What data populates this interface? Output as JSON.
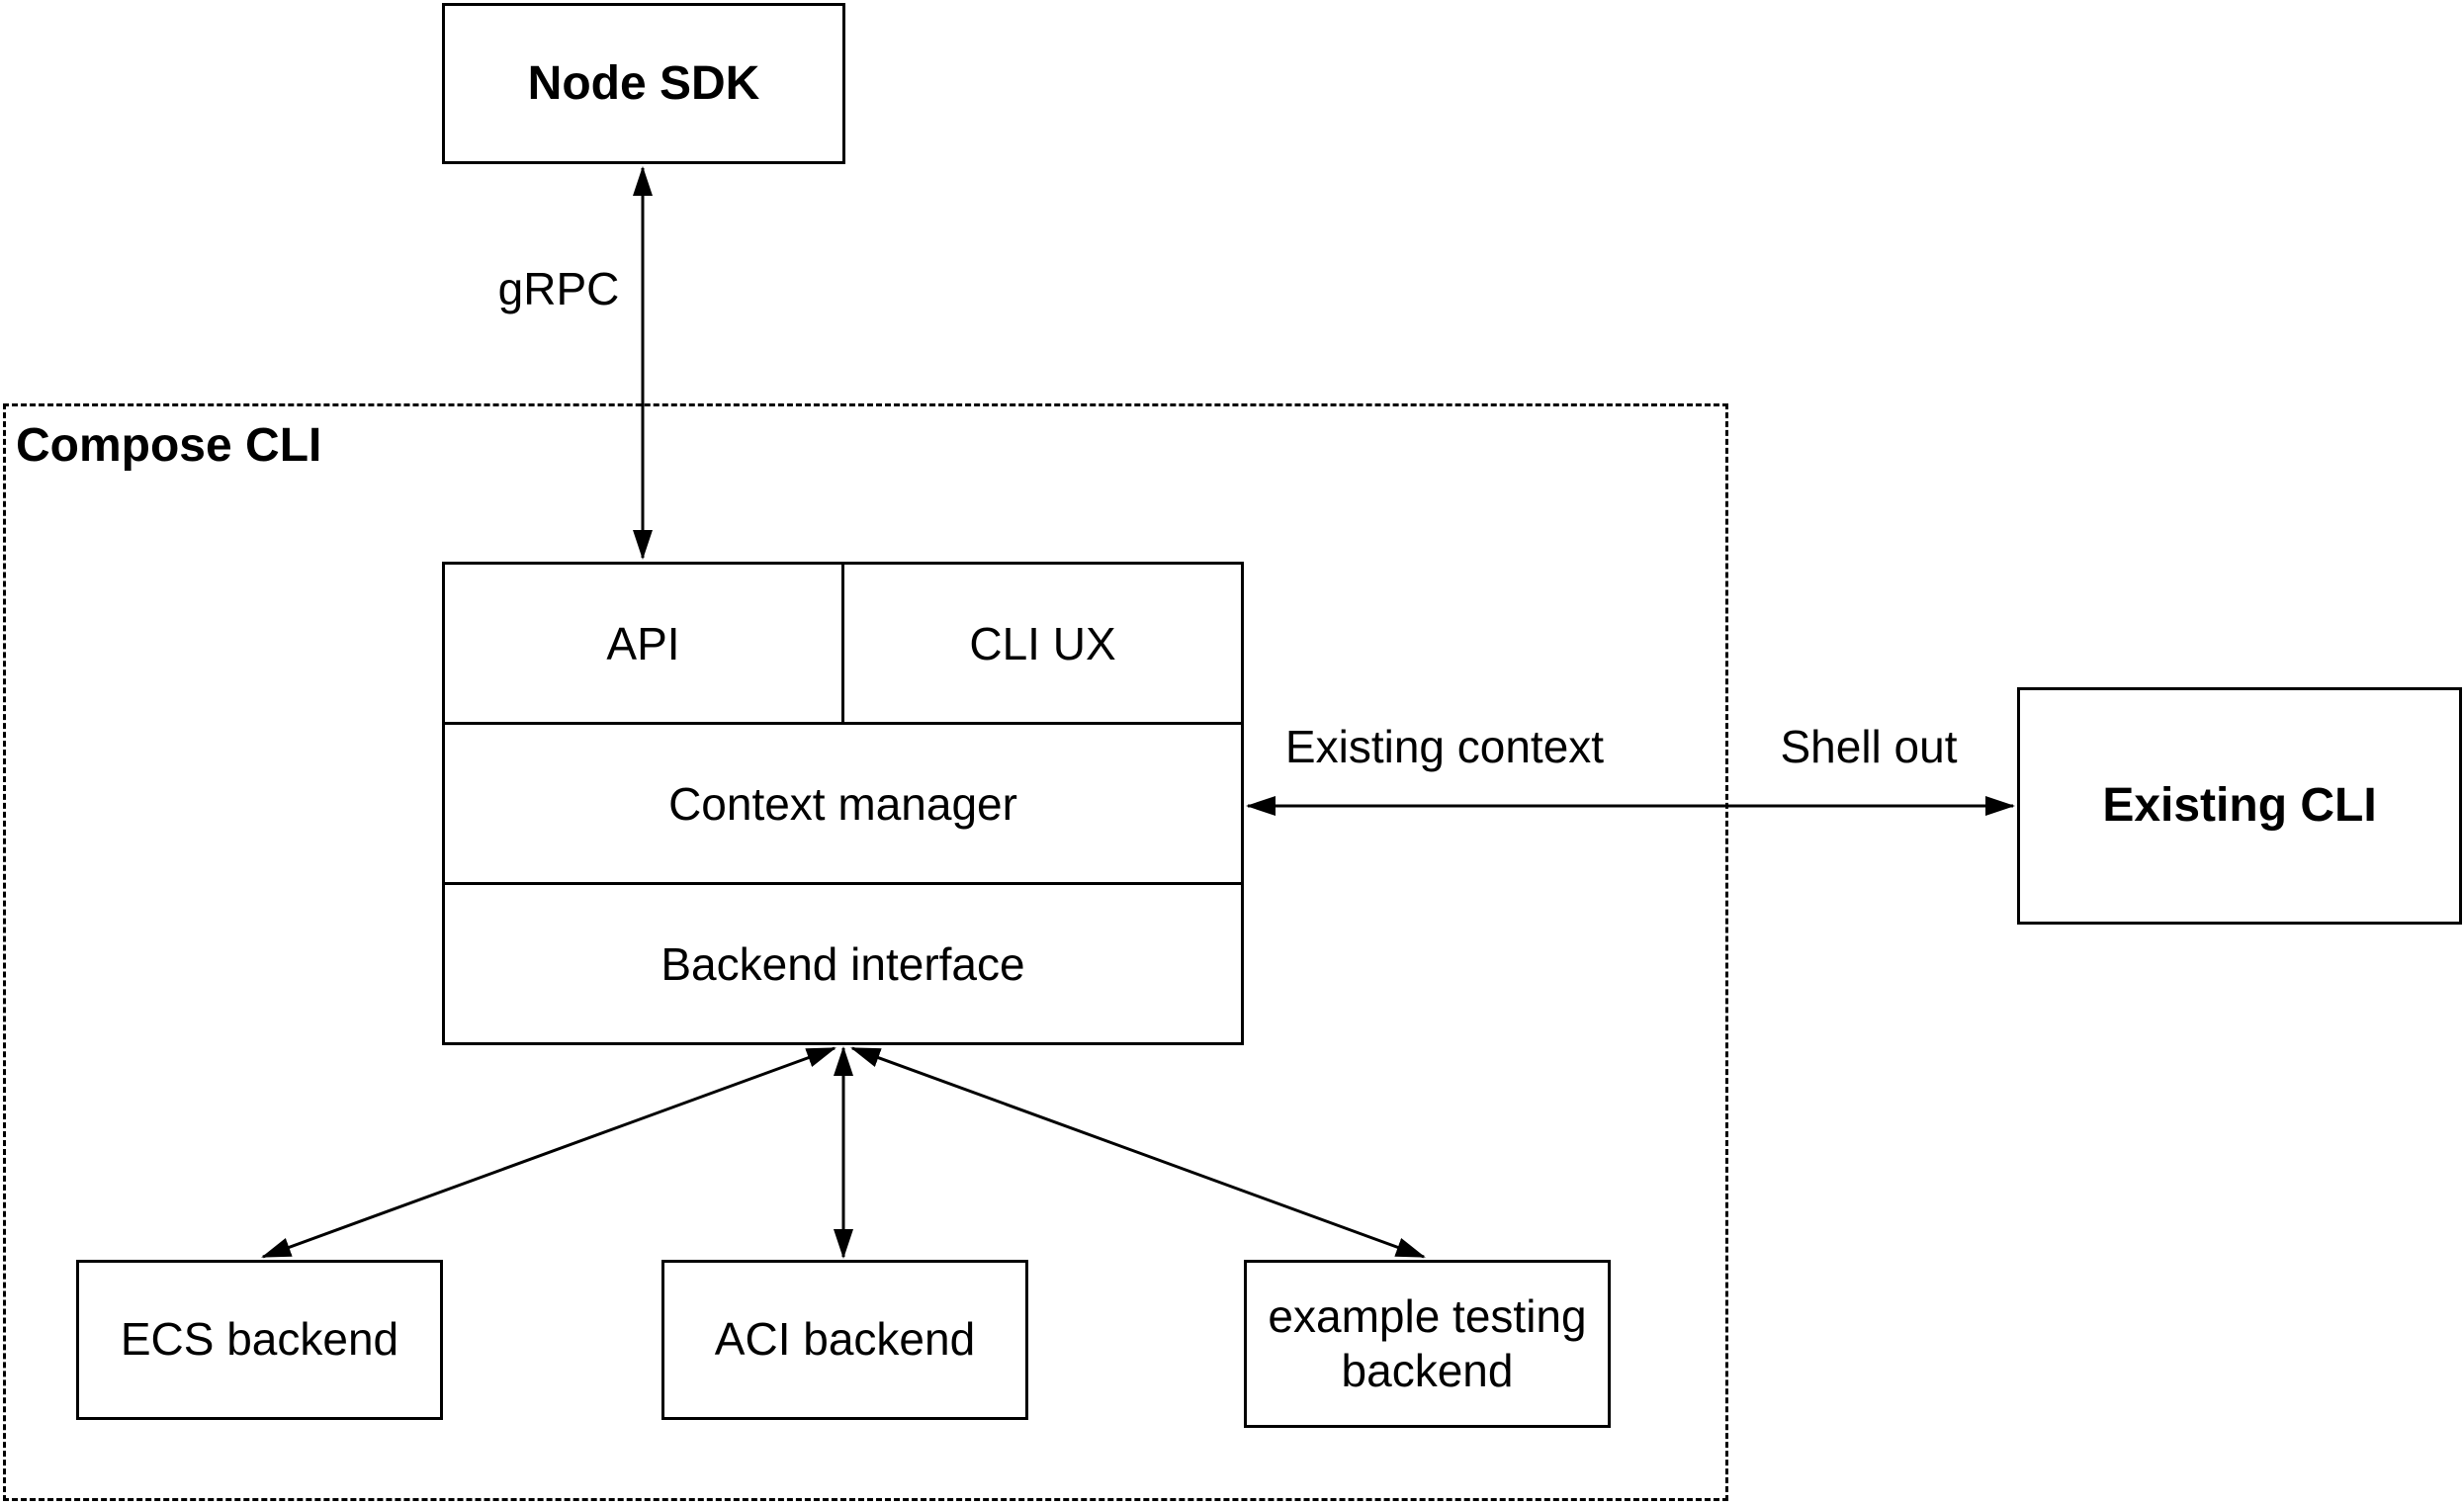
{
  "container": {
    "label": "Compose CLI"
  },
  "nodes": {
    "node_sdk": {
      "label": "Node SDK"
    },
    "api": {
      "label": "API"
    },
    "cli_ux": {
      "label": "CLI UX"
    },
    "context_manager": {
      "label": "Context manager"
    },
    "backend_interface": {
      "label": "Backend interface"
    },
    "existing_cli": {
      "label": "Existing CLI"
    },
    "ecs_backend": {
      "label": "ECS backend"
    },
    "aci_backend": {
      "label": "ACI backend"
    },
    "example_testing_backend": {
      "label": "example testing backend"
    }
  },
  "edges": {
    "grpc": {
      "label": "gRPC"
    },
    "existing_context": {
      "label": "Existing context"
    },
    "shell_out": {
      "label": "Shell out"
    }
  },
  "colors": {
    "stroke": "#000000",
    "background": "#ffffff"
  }
}
